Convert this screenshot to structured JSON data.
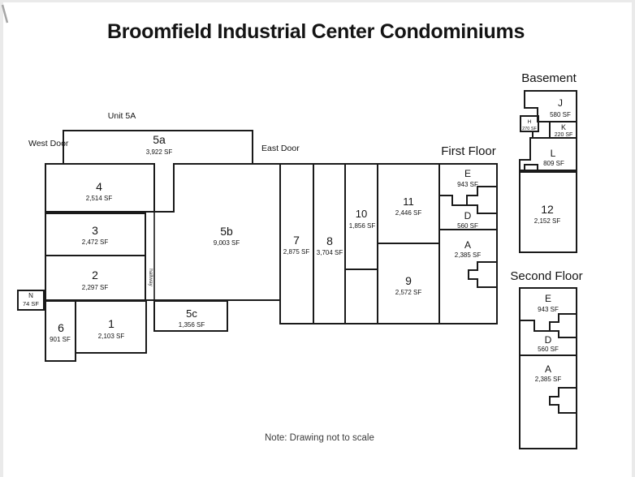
{
  "title": "Broomfield Industrial Center Condominiums",
  "note": "Note: Drawing not to scale",
  "headers": {
    "basement": "Basement",
    "first_floor": "First Floor",
    "second_floor": "Second Floor"
  },
  "callouts": {
    "unit_5a": "Unit 5A",
    "west_door": "West Door",
    "east_door": "East Door",
    "hallway": "hallway"
  },
  "units": {
    "u5a": {
      "num": "5a",
      "sf": "3,922 SF"
    },
    "u4": {
      "num": "4",
      "sf": "2,514 SF"
    },
    "u3": {
      "num": "3",
      "sf": "2,472 SF"
    },
    "u2": {
      "num": "2",
      "sf": "2,297 SF"
    },
    "n": {
      "num": "N",
      "sf": "74 SF"
    },
    "u6": {
      "num": "6",
      "sf": "901 SF"
    },
    "u1": {
      "num": "1",
      "sf": "2,103 SF"
    },
    "u5c": {
      "num": "5c",
      "sf": "1,356 SF"
    },
    "u5b": {
      "num": "5b",
      "sf": "9,003 SF"
    },
    "u7": {
      "num": "7",
      "sf": "2,875 SF"
    },
    "u8": {
      "num": "8",
      "sf": "3,704 SF"
    },
    "u10": {
      "num": "10",
      "sf": "1,856 SF"
    },
    "u11": {
      "num": "11",
      "sf": "2,446 SF"
    },
    "u9": {
      "num": "9",
      "sf": "2,572 SF"
    }
  },
  "first_floor": {
    "e": {
      "num": "E",
      "sf": "943 SF"
    },
    "d": {
      "num": "D",
      "sf": "560 SF"
    },
    "a": {
      "num": "A",
      "sf": "2,385 SF"
    },
    "u12": {
      "num": "12",
      "sf": "2,152 SF"
    }
  },
  "basement": {
    "j": {
      "num": "J",
      "sf": "580 SF"
    },
    "h": {
      "num": "H",
      "sf": "270 SF"
    },
    "k": {
      "num": "K",
      "sf": "220 SF"
    },
    "l": {
      "num": "L",
      "sf": "809 SF"
    }
  },
  "second_floor": {
    "e": {
      "num": "E",
      "sf": "943 SF"
    },
    "d": {
      "num": "D",
      "sf": "560 SF"
    },
    "a": {
      "num": "A",
      "sf": "2,385 SF"
    }
  }
}
